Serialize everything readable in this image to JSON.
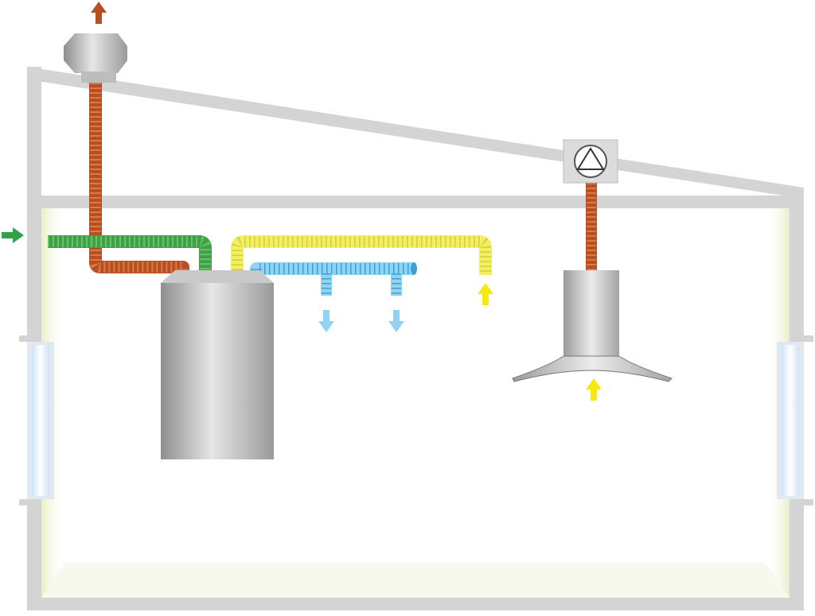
{
  "diagram": {
    "kind": "ventilation-schematic",
    "labels": [],
    "colors": {
      "wall": "#d4d4d4",
      "interior_tint": "#f3f6df",
      "floor": "#f7f8ee",
      "exhaust_duct": "#b84f23",
      "fresh_air_duct": "#3fa046",
      "extract_duct": "#f2ef66",
      "supply_duct": "#8fd4f2",
      "unit_body": "#b9b9b9",
      "window_glass": "#e6f1fb",
      "arrow_exhaust": "#b84f23",
      "arrow_fresh": "#2fa34a",
      "arrow_extract": "#f4ea10",
      "arrow_supply": "#93d3f2"
    },
    "components": [
      {
        "id": "roof-exhaust-cowl",
        "icon": "cowl-icon"
      },
      {
        "id": "heat-recovery-unit",
        "icon": "cylinder-unit-icon"
      },
      {
        "id": "inline-fan",
        "icon": "fan-triangle-icon"
      },
      {
        "id": "kitchen-hood",
        "icon": "cooker-hood-icon"
      },
      {
        "id": "left-window",
        "icon": "window-icon"
      },
      {
        "id": "right-window",
        "icon": "window-icon"
      }
    ],
    "flows": [
      {
        "id": "exhaust-out",
        "color_key": "arrow_exhaust",
        "direction": "up"
      },
      {
        "id": "fresh-in",
        "color_key": "arrow_fresh",
        "direction": "right"
      },
      {
        "id": "supply-1",
        "color_key": "arrow_supply",
        "direction": "down"
      },
      {
        "id": "supply-2",
        "color_key": "arrow_supply",
        "direction": "down"
      },
      {
        "id": "extract-1",
        "color_key": "arrow_extract",
        "direction": "up"
      },
      {
        "id": "hood-intake",
        "color_key": "arrow_extract",
        "direction": "up"
      }
    ]
  }
}
